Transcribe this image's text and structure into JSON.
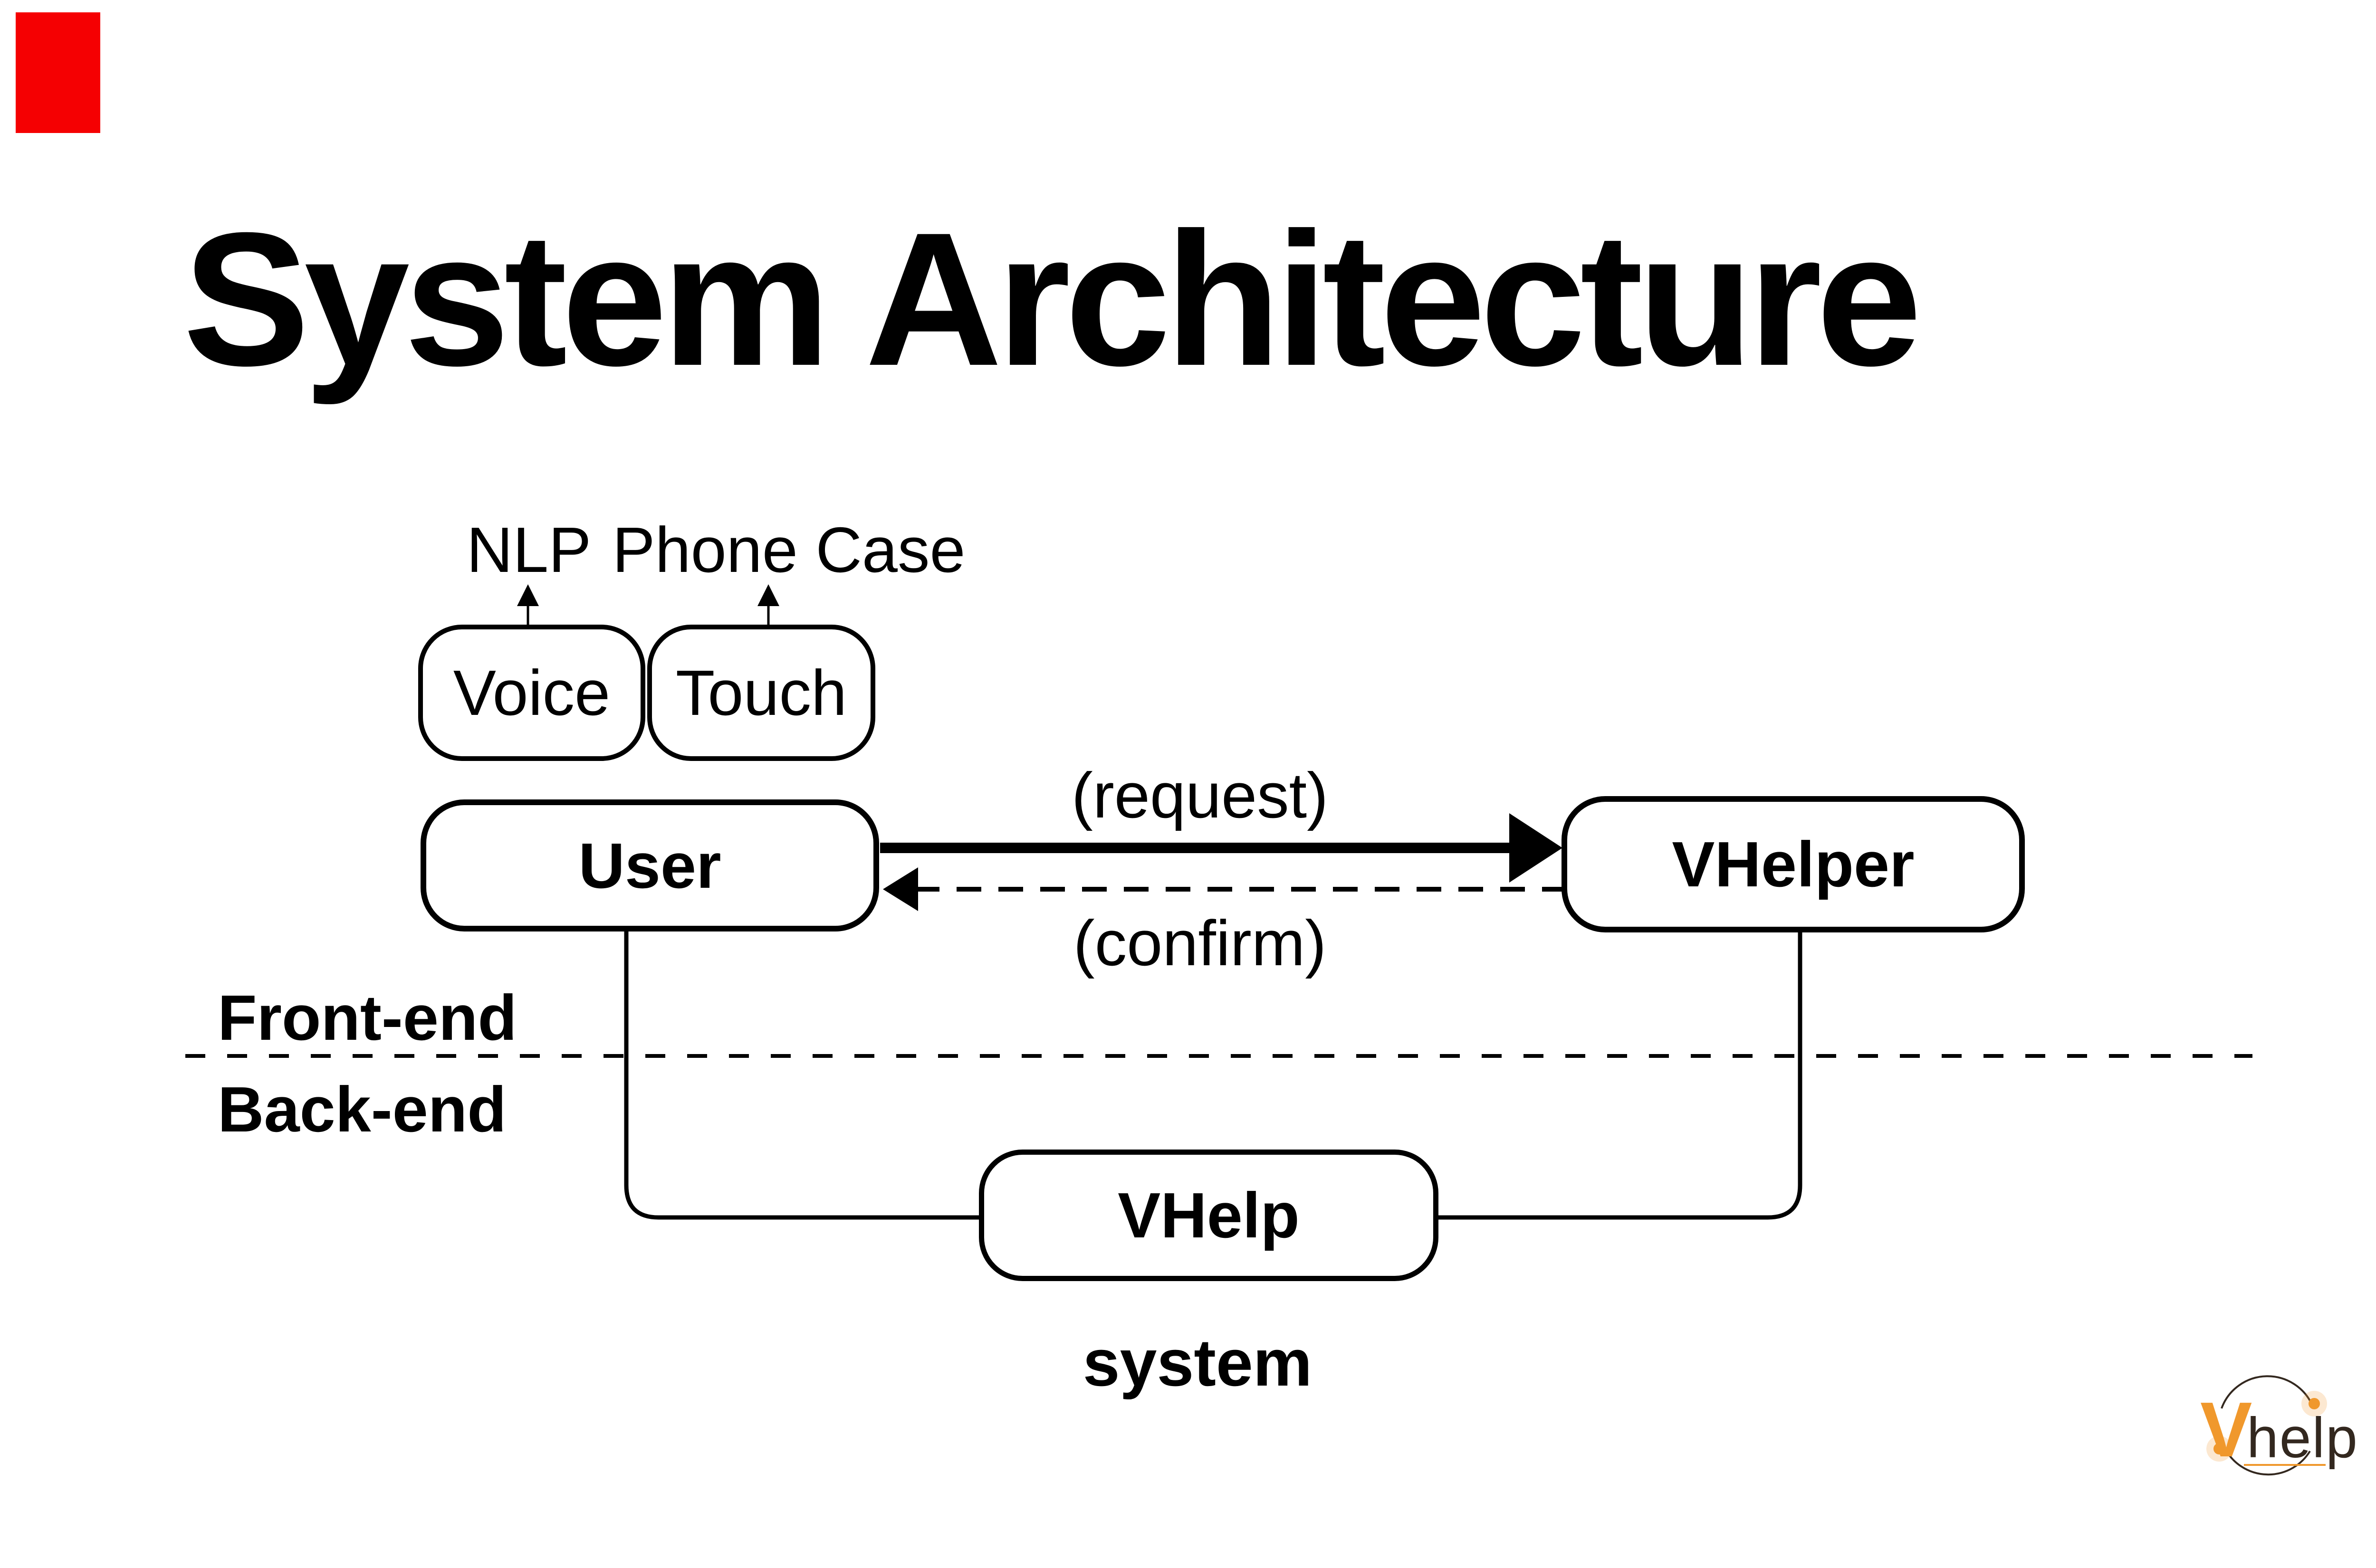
{
  "title": "System Architecture",
  "diagram": {
    "input_boxes": {
      "voice": "Voice",
      "touch": "Touch"
    },
    "annotations": {
      "nlp": "NLP",
      "phone_case": "Phone Case"
    },
    "actors": {
      "user": "User",
      "vhelper": "VHelper",
      "vhelp": "VHelp"
    },
    "edges": {
      "request": "(request)",
      "confirm": "(confirm)"
    },
    "layers": {
      "front_end": "Front-end",
      "back_end": "Back-end"
    },
    "system_caption": "system"
  },
  "logo": {
    "v": "V",
    "help": "help"
  },
  "colors": {
    "accent_red": "#f50002",
    "ink": "#000000",
    "logo_orange": "#f0982c",
    "logo_ink": "#33281f"
  }
}
